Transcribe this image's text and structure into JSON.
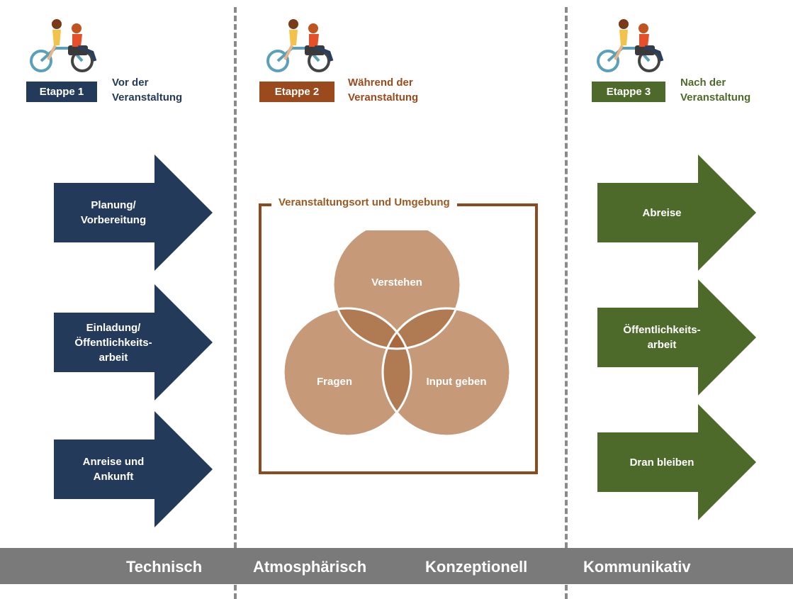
{
  "stages": [
    {
      "etappe": "Etappe 1",
      "label": "Vor der\nVeranstaltung",
      "color": "#243a5a"
    },
    {
      "etappe": "Etappe 2",
      "label": "Während der\nVeranstaltung",
      "color": "#9a4a1c"
    },
    {
      "etappe": "Etappe 3",
      "label": "Nach der\nVeranstaltung",
      "color": "#4e6a2a"
    }
  ],
  "left_arrows": [
    "Planung/\nVorbereitung",
    "Einladung/\nÖffentlichkeits-\narbeit",
    "Anreise und\nAnkunft"
  ],
  "right_arrows": [
    "Abreise",
    "Öffentlichkeits-\narbeit",
    "Dran bleiben"
  ],
  "center": {
    "title": "Veranstaltungsort und Umgebung",
    "venn": [
      "Verstehen",
      "Fragen",
      "Input geben"
    ],
    "venn_color": "#c69a78",
    "overlap_color": "#a9683e"
  },
  "bottom_bar": [
    "Technisch",
    "Atmosphärisch",
    "Konzeptionell",
    "Kommunikativ"
  ],
  "colors": {
    "blue": "#243a5a",
    "brown": "#9a4a1c",
    "green": "#4e6a2a",
    "bar": "#7a7a7a"
  }
}
